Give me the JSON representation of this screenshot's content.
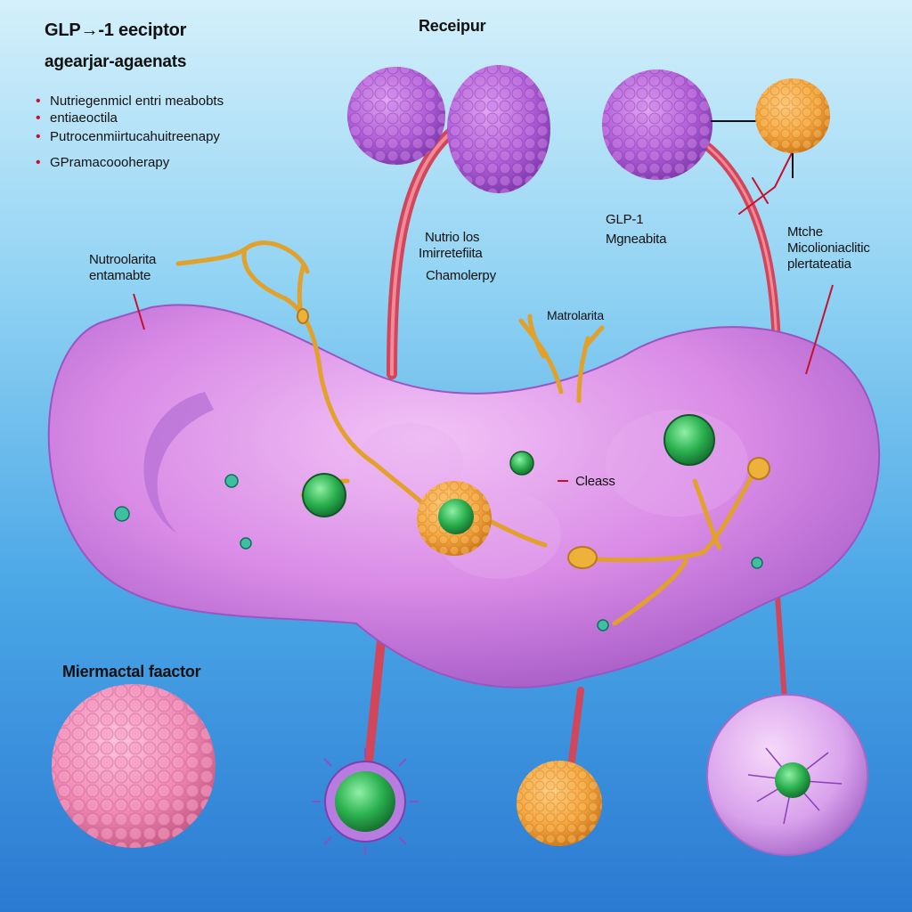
{
  "title": "GLP→-1 eeciptor",
  "subtitle": "agearjar-agaenats",
  "bullets": [
    "Nutriegenmicl еntri meabobts",
    "entiaeoctila",
    "Putrocenmiirtucahuitreenapy",
    "GPramacoooherapy"
  ],
  "labels": {
    "receptor": "Receipur",
    "nutrio_los": "Nutrio los",
    "imirretelita": "Imirretefiita",
    "chamolerpy": "Chamolerpy",
    "glp1": "GLP-1",
    "mgneabita": "Mgneabita",
    "mtche": "Mtche",
    "micolioniaclitic": "Micolioniaclitic",
    "plertateatia": "plertateatia",
    "nutroolarita": "Nutroolarita",
    "entamabte": "entamabte",
    "matrolarita": "Matrolarita",
    "cleass": "Cleass",
    "miermactal_factor": "Miermactal faactor"
  },
  "colors": {
    "cell_body": "#d98be6",
    "vesicle_purple": "#b15fd6",
    "vesicle_orange": "#f4a640",
    "nucleus_green": "#2bb04f",
    "vessel_red": "#d2465c",
    "neuron_gold": "#e1a12a",
    "pink_cluster": "#f08bb7",
    "label_line": "#c8102e"
  }
}
